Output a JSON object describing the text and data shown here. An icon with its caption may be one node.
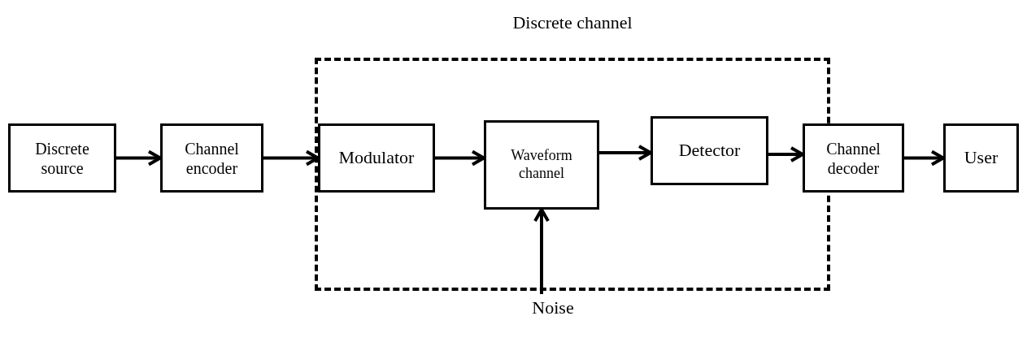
{
  "diagram": {
    "nodes": [
      {
        "text": [
          "Discrete channel"
        ]
      },
      {
        "text": [
          "Discrete source"
        ]
      },
      {
        "text": [
          "Channel encoder"
        ]
      },
      {
        "text": [
          "Modulator"
        ],
        "in": 0
      },
      {
        "text": [
          "Waveform channel"
        ],
        "in": 0
      },
      {
        "text": [
          "Detector"
        ],
        "in": 0
      },
      {
        "text": [
          "Channel decoder"
        ]
      },
      {
        "text": [
          "User"
        ]
      },
      {
        "text": [
          "Noise"
        ]
      }
    ],
    "edges": [
      {
        "from": 1,
        "to": 2,
        "arrow": "to"
      },
      {
        "from": 2,
        "to": 3,
        "arrow": "to"
      },
      {
        "from": 3,
        "to": 4,
        "arrow": "to"
      },
      {
        "from": 4,
        "to": 5,
        "arrow": "to"
      },
      {
        "from": 5,
        "to": 6,
        "arrow": "to"
      },
      {
        "from": 6,
        "to": 7,
        "arrow": "to"
      },
      {
        "from": 8,
        "to": 4,
        "arrow": "to"
      }
    ]
  }
}
